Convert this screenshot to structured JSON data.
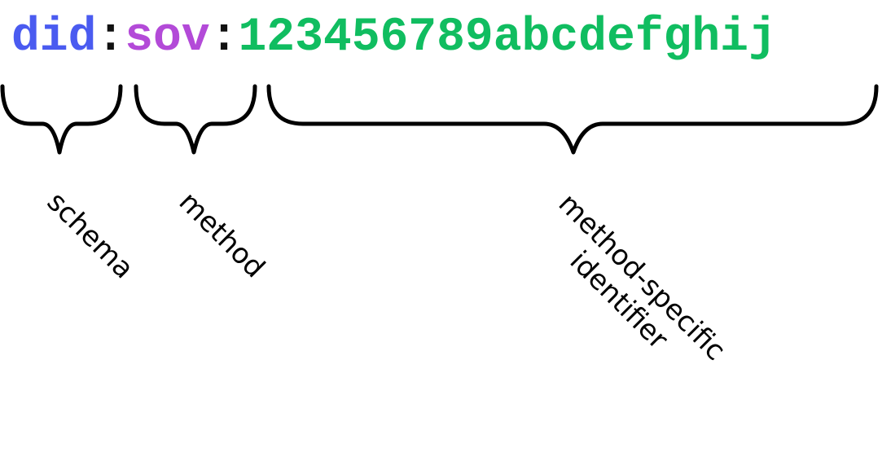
{
  "did": {
    "scheme": "did",
    "sep1": ":",
    "method": "sov",
    "sep2": ":",
    "identifier": "123456789abcdefghij"
  },
  "labels": {
    "schema": "schema",
    "method": "method",
    "msi_line1": "method-specific",
    "msi_line2": "identifier"
  },
  "colors": {
    "scheme": "#4a5bf0",
    "method": "#b34ad8",
    "identifier": "#10bd60",
    "separator": "#111111"
  }
}
